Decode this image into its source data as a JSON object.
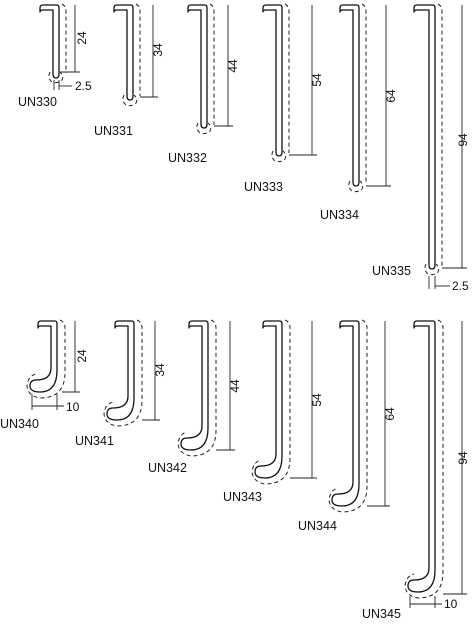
{
  "straight_row": [
    {
      "label": "UN330",
      "length": "24"
    },
    {
      "label": "UN331",
      "length": "34"
    },
    {
      "label": "UN332",
      "length": "44"
    },
    {
      "label": "UN333",
      "length": "54"
    },
    {
      "label": "UN334",
      "length": "64"
    },
    {
      "label": "UN335",
      "length": "94"
    }
  ],
  "hook_row": [
    {
      "label": "UN340",
      "length": "24"
    },
    {
      "label": "UN341",
      "length": "34"
    },
    {
      "label": "UN342",
      "length": "44"
    },
    {
      "label": "UN343",
      "length": "54"
    },
    {
      "label": "UN344",
      "length": "64"
    },
    {
      "label": "UN345",
      "length": "94"
    }
  ],
  "dimensions": {
    "thickness_small": "2.5",
    "thickness_large": "2.5",
    "hook_width_small": "10",
    "hook_width_large": "10"
  }
}
